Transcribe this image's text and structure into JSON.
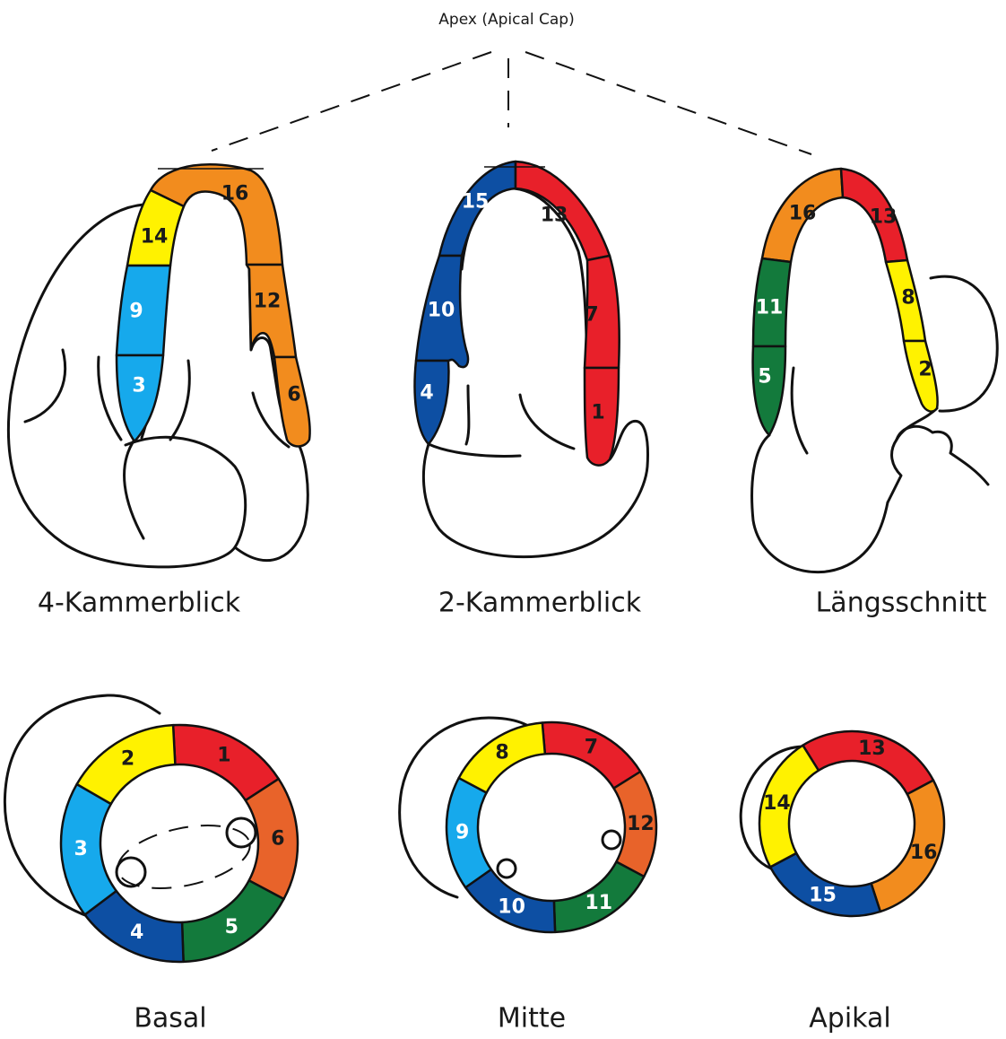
{
  "apex_label": "Apex (Apical Cap)",
  "views": {
    "four_chamber": {
      "label": "4-Kammerblick"
    },
    "two_chamber": {
      "label": "2-Kammerblick"
    },
    "long_axis": {
      "label": "Längsschnitt"
    },
    "basal": {
      "label": "Basal"
    },
    "mid": {
      "label": "Mitte"
    },
    "apical": {
      "label": "Apikal"
    }
  },
  "segment_colors": {
    "red": "#e8202a",
    "yellow": "#fff200",
    "light_blue": "#16a9ec",
    "dark_blue": "#0d4fa3",
    "green": "#137a3c",
    "orange_dark": "#e8632a",
    "orange": "#f28c1e"
  },
  "segments": {
    "s1": "1",
    "s2": "2",
    "s3": "3",
    "s4": "4",
    "s5": "5",
    "s6": "6",
    "s7": "7",
    "s8": "8",
    "s9": "9",
    "s10": "10",
    "s11": "11",
    "s12": "12",
    "s13": "13",
    "s14": "14",
    "s15": "15",
    "s16": "16"
  }
}
